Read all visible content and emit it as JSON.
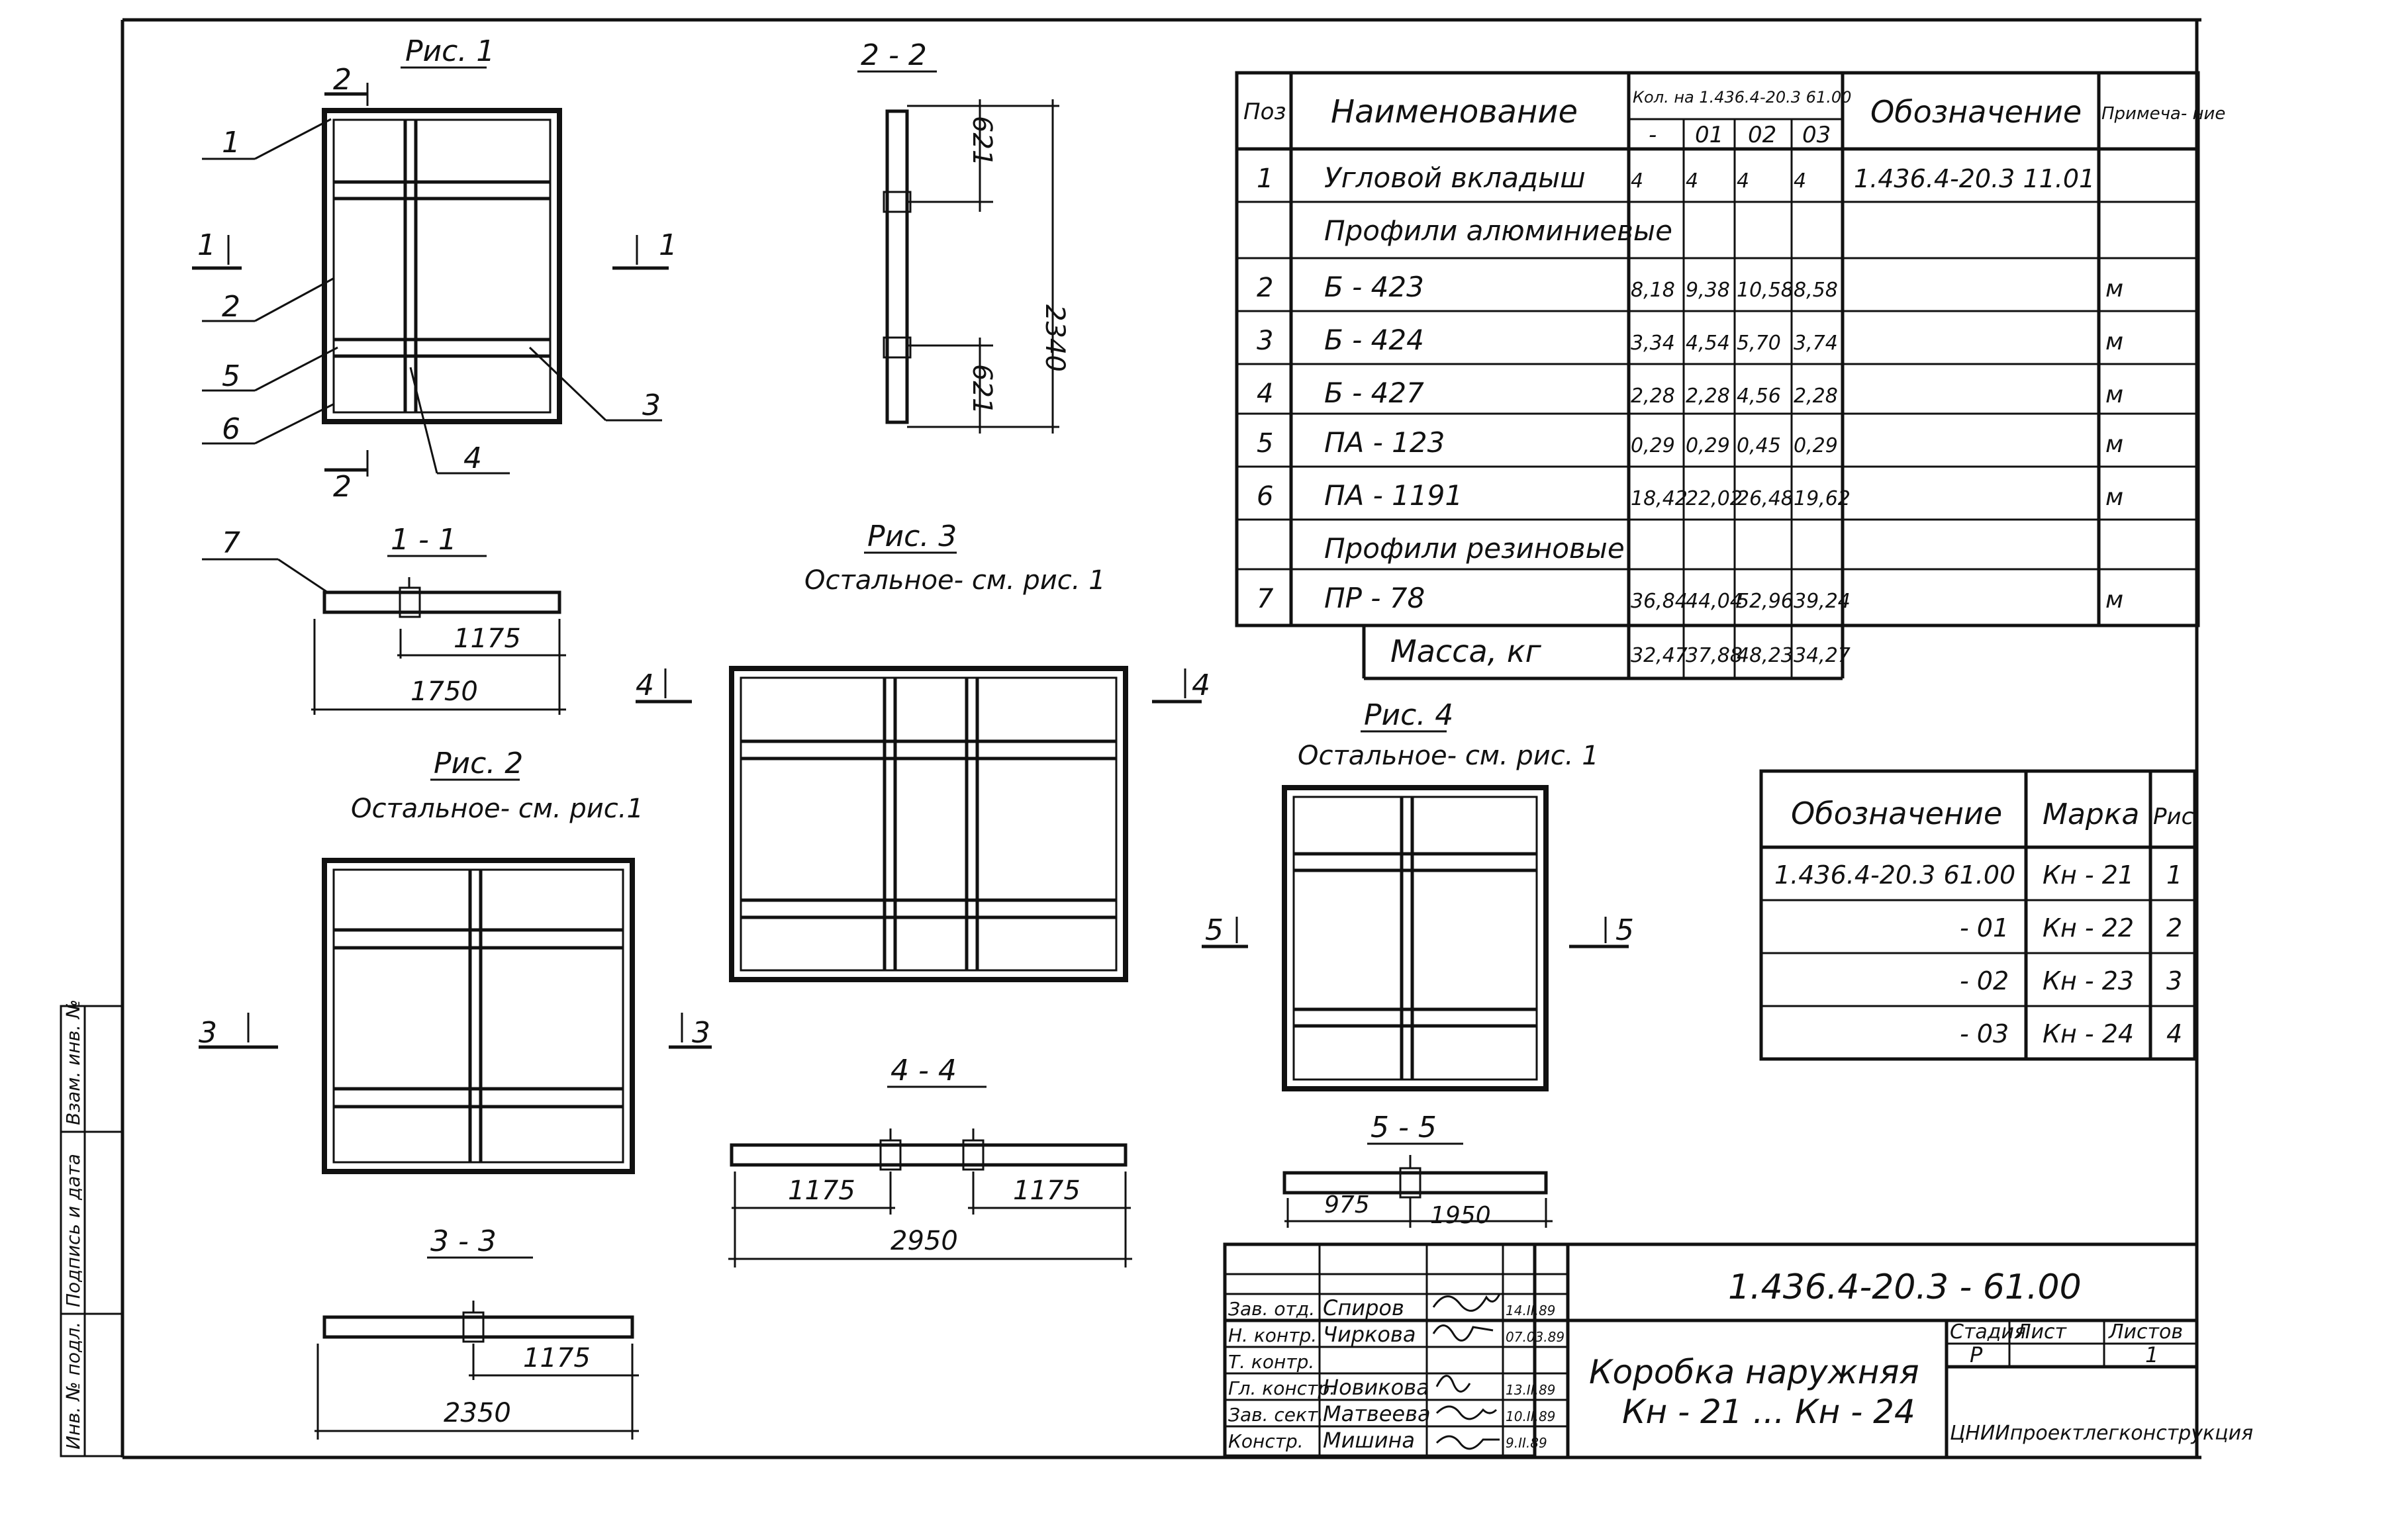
{
  "figures": {
    "fig1_title": "Рис. 1",
    "fig2_title": "Рис. 2",
    "fig2_note": "Остальное- см. рис.1",
    "fig3_title": "Рис. 3",
    "fig3_note": "Остальное- см. рис. 1",
    "fig4_title": "Рис. 4",
    "fig4_note": "Остальное- см. рис. 1"
  },
  "sections": {
    "s11": "1 - 1",
    "s22": "2 - 2",
    "s33": "3 - 3",
    "s44": "4 - 4",
    "s55": "5 - 5",
    "mark1": "1",
    "mark2": "2",
    "mark3": "3",
    "mark4": "4",
    "mark5": "5"
  },
  "callouts": [
    "1",
    "2",
    "3",
    "4",
    "5",
    "6",
    "7"
  ],
  "dimensions": {
    "d1175": "1175",
    "d1750": "1750",
    "d2350": "2350",
    "d2950": "2950",
    "d975": "975",
    "d1950": "1950",
    "d2340": "2340",
    "d621": "621"
  },
  "spec_table": {
    "headers": {
      "pos": "Поз",
      "name": "Наименование",
      "qty": "Кол. на 1.436.4-20.3 61.00",
      "designation": "Обозначение",
      "note": "Примеча- ние"
    },
    "variants": [
      "-",
      "01",
      "02",
      "03"
    ],
    "rows": [
      {
        "pos": "1",
        "name": "Угловой вкладыш",
        "q": [
          "4",
          "4",
          "4",
          "4"
        ],
        "designation": "1.436.4-20.3 11.01",
        "note": ""
      },
      {
        "pos": "",
        "name": "Профили алюминиевые",
        "q": [
          "",
          "",
          "",
          ""
        ],
        "designation": "",
        "note": ""
      },
      {
        "pos": "2",
        "name": "Б - 423",
        "q": [
          "8,18",
          "9,38",
          "10,58",
          "8,58"
        ],
        "designation": "",
        "note": "м"
      },
      {
        "pos": "3",
        "name": "Б - 424",
        "q": [
          "3,34",
          "4,54",
          "5,70",
          "3,74"
        ],
        "designation": "",
        "note": "м"
      },
      {
        "pos": "4",
        "name": "Б - 427",
        "q": [
          "2,28",
          "2,28",
          "4,56",
          "2,28"
        ],
        "designation": "",
        "note": "м"
      },
      {
        "pos": "5",
        "name": "ПА - 123",
        "q": [
          "0,29",
          "0,29",
          "0,45",
          "0,29"
        ],
        "designation": "",
        "note": "м"
      },
      {
        "pos": "6",
        "name": "ПА - 1191",
        "q": [
          "18,42",
          "22,02",
          "26,48",
          "19,62"
        ],
        "designation": "",
        "note": "м"
      },
      {
        "pos": "",
        "name": "Профили резиновые",
        "q": [
          "",
          "",
          "",
          ""
        ],
        "designation": "",
        "note": ""
      },
      {
        "pos": "7",
        "name": "ПР - 78",
        "q": [
          "36,84",
          "44,04",
          "52,96",
          "39,24"
        ],
        "designation": "",
        "note": "м"
      }
    ],
    "mass_label": "Масса, кг",
    "mass": [
      "32,47",
      "37,88",
      "48,23",
      "34,27"
    ]
  },
  "marks_table": {
    "headers": {
      "designation": "Обозначение",
      "mark": "Марка",
      "fig": "Рис."
    },
    "rows": [
      {
        "designation": "1.436.4-20.3 61.00",
        "mark": "Кн - 21",
        "fig": "1"
      },
      {
        "designation": "- 01",
        "mark": "Кн - 22",
        "fig": "2"
      },
      {
        "designation": "- 02",
        "mark": "Кн - 23",
        "fig": "3"
      },
      {
        "designation": "- 03",
        "mark": "Кн - 24",
        "fig": "4"
      }
    ]
  },
  "title_block": {
    "doc_number": "1.436.4-20.3 - 61.00",
    "title_line1": "Коробка наружняя",
    "title_line2": "Кн - 21 ... Кн - 24",
    "stage_label": "Стадия",
    "sheet_label": "Лист",
    "sheets_label": "Листов",
    "stage": "Р",
    "sheets": "1",
    "org": "ЦНИИпроектлегконструкция",
    "staff": [
      {
        "role": "Зав. отд.",
        "name": "Спиров",
        "date": "14.II.89"
      },
      {
        "role": "Н. контр.",
        "name": "Чиркова",
        "date": "07.03.89"
      },
      {
        "role": "Т. контр.",
        "name": "",
        "date": ""
      },
      {
        "role": "Гл. констр.",
        "name": "Новикова",
        "date": "13.II.89"
      },
      {
        "role": "Зав. сект.",
        "name": "Матвеева",
        "date": "10.II.89"
      },
      {
        "role": "Констр.",
        "name": "Мишина",
        "date": "9.II.89"
      }
    ]
  },
  "side_stamp": [
    "Инв. № подл.",
    "Подпись и дата",
    "Взам. инв. №"
  ]
}
